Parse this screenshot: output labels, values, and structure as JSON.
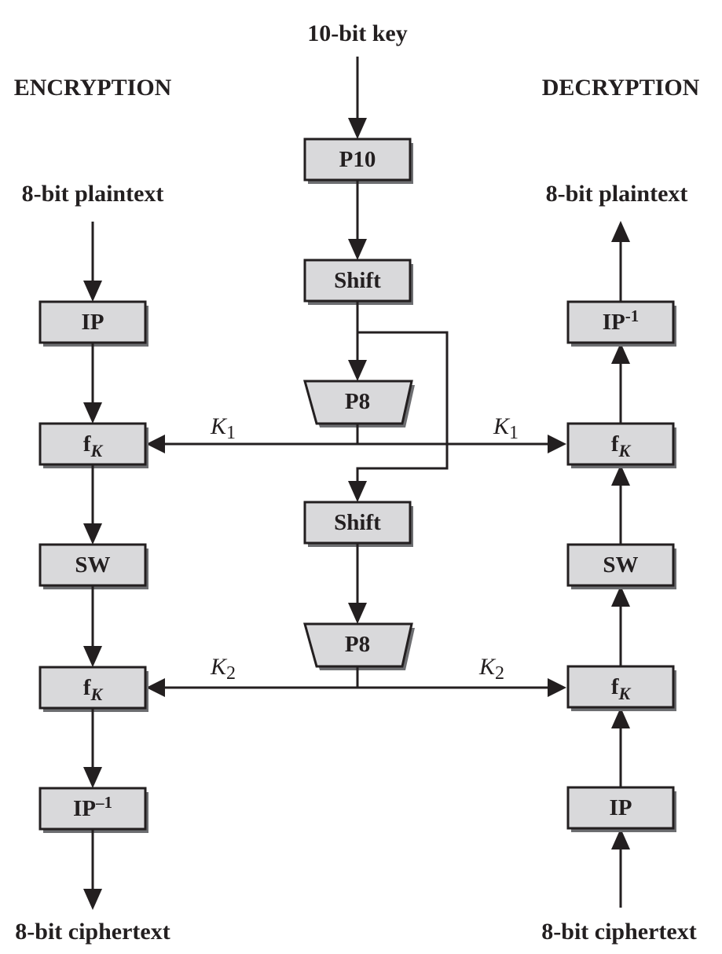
{
  "labels": {
    "key_input": "10-bit key",
    "encryption_heading": "ENCRYPTION",
    "decryption_heading": "DECRYPTION",
    "enc_plaintext": "8-bit plaintext",
    "enc_ciphertext": "8-bit ciphertext",
    "dec_plaintext": "8-bit plaintext",
    "dec_ciphertext": "8-bit ciphertext"
  },
  "key_schedule": {
    "p10": "P10",
    "shift1": "Shift",
    "p8_1": "P8",
    "shift2": "Shift",
    "p8_2": "P8"
  },
  "encryption": {
    "ip": "IP",
    "fk1": "f",
    "sw": "SW",
    "fk2": "f",
    "ip_inv_base": "IP",
    "ip_inv_sup": "–1"
  },
  "decryption": {
    "ip_inv_base": "IP",
    "ip_inv_sup": "-1",
    "fk1": "f",
    "sw": "SW",
    "fk2": "f",
    "ip": "IP"
  },
  "fk_subscript": "K",
  "subkeys": {
    "k1_letter": "K",
    "k1_index": "1",
    "k2_letter": "K",
    "k2_index": "2"
  },
  "colors": {
    "box_fill": "#d9d9db",
    "box_shadow": "#6d6e71",
    "stroke": "#231f20"
  }
}
